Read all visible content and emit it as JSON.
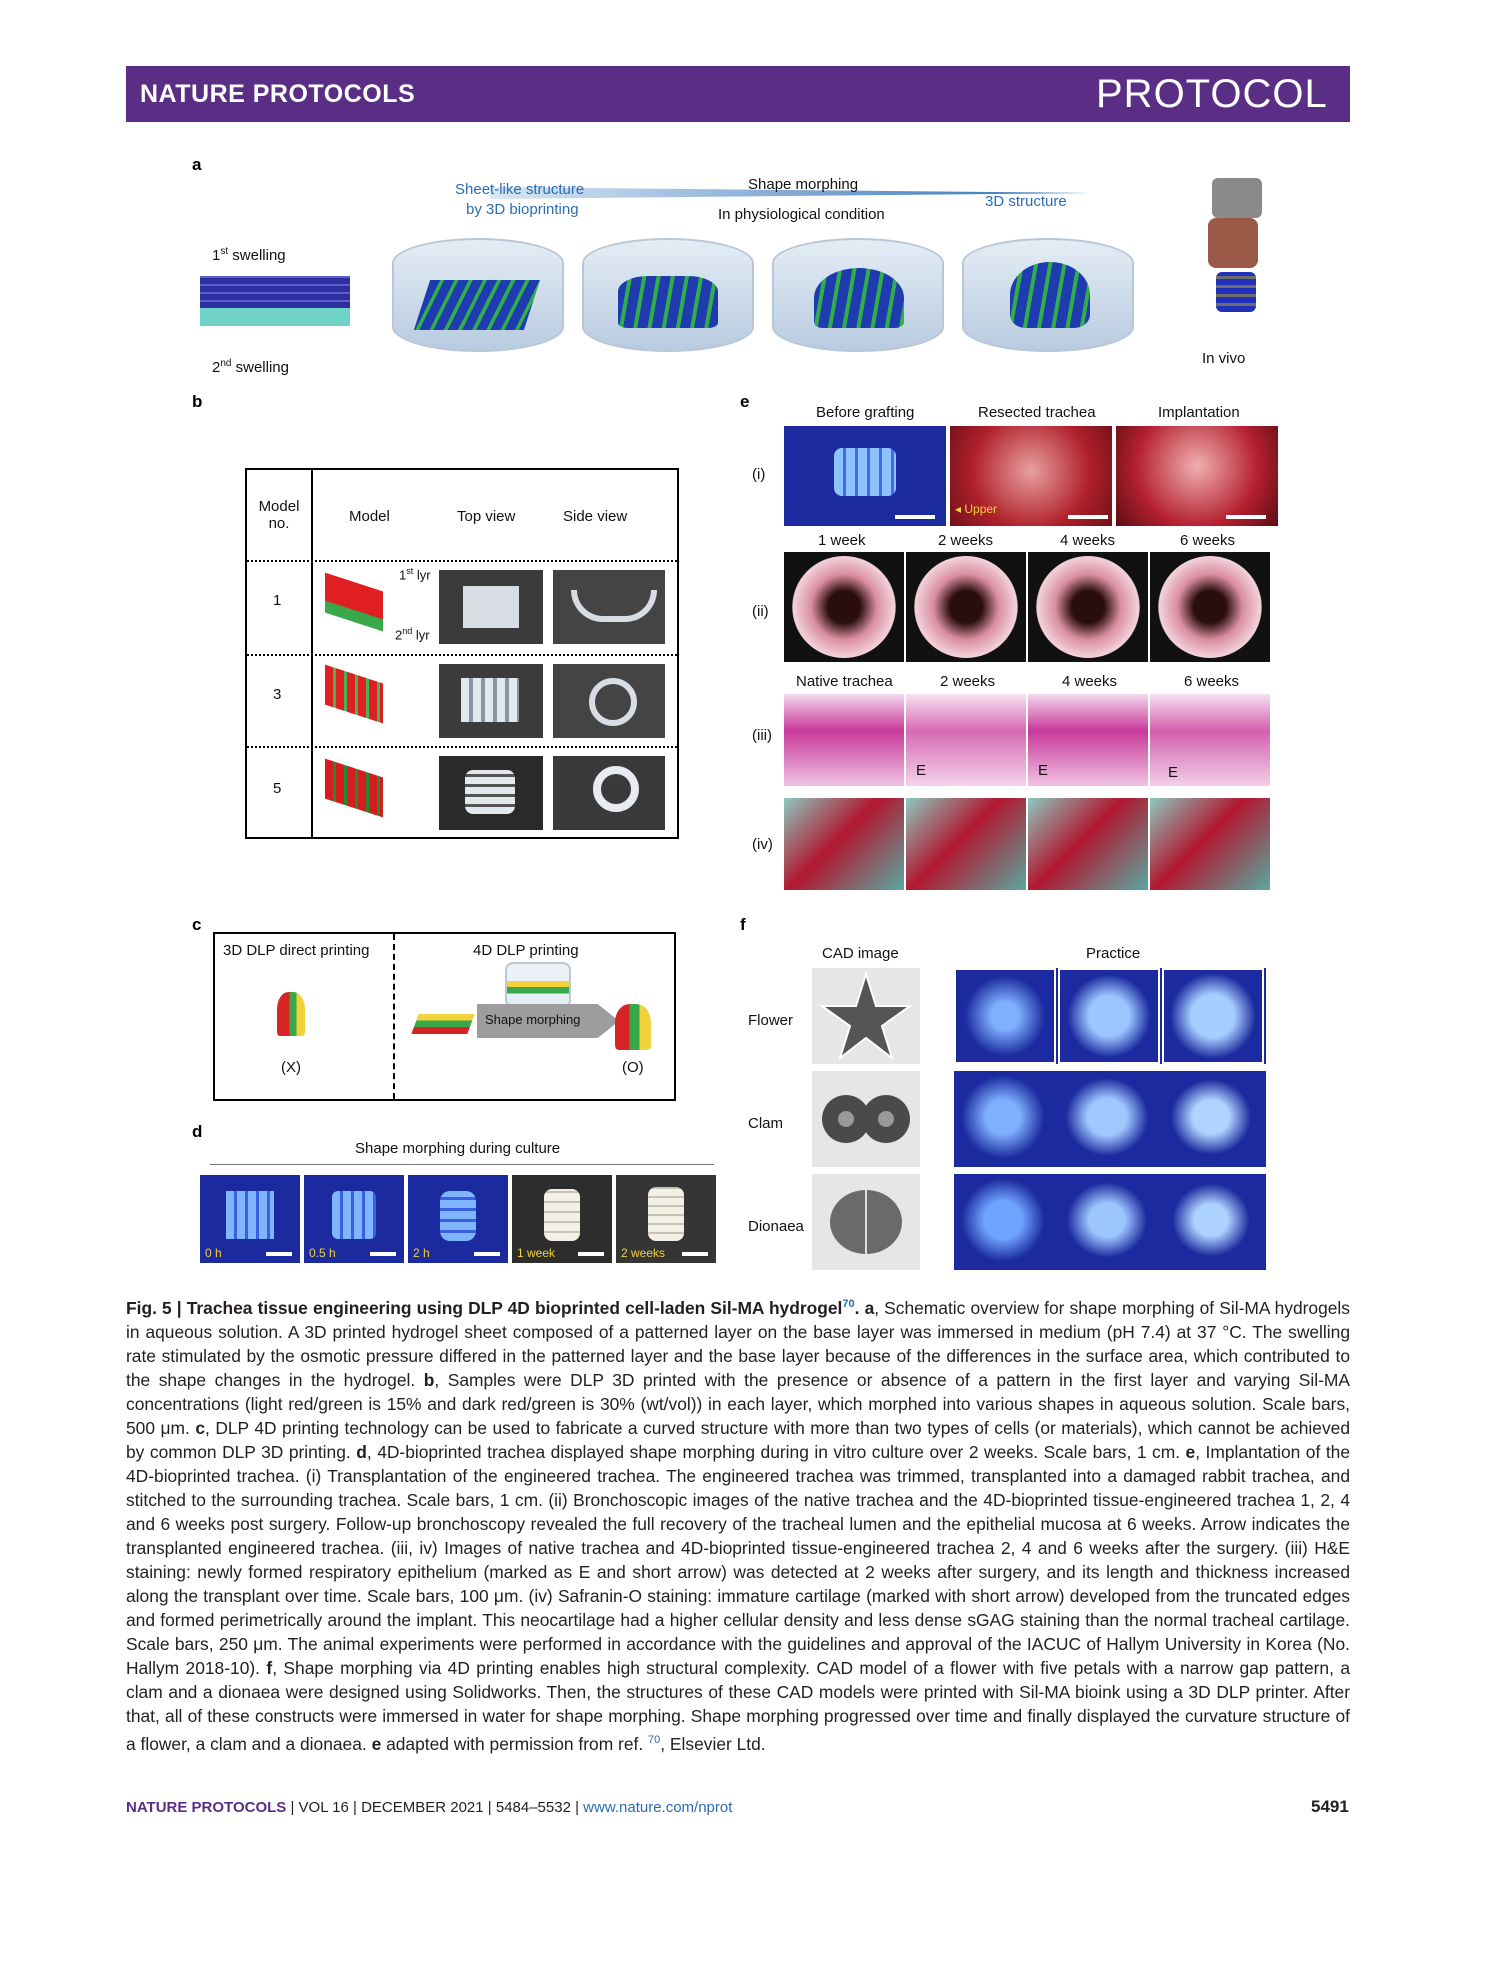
{
  "header": {
    "journal": "NATURE PROTOCOLS",
    "section": "PROTOCOL"
  },
  "panel_a": {
    "label": "a",
    "sheet_label_1": "Sheet-like structure",
    "sheet_label_2": "by 3D bioprinting",
    "shape_morphing": "Shape morphing",
    "condition": "In physiological condition",
    "structure_3d": "3D structure",
    "swelling_1_num": "1",
    "swelling_1_sup": "st",
    "swelling_1_text": " swelling",
    "swelling_2_num": "2",
    "swelling_2_sup": "nd",
    "swelling_2_text": " swelling",
    "in_vivo": "In vivo"
  },
  "panel_b": {
    "label": "b",
    "headers": [
      "Model no.",
      "Model",
      "Top view",
      "Side view"
    ],
    "rows": [
      "1",
      "3",
      "5"
    ],
    "lyr1": "1",
    "lyr1_sup": "st",
    "lyr_text": " lyr",
    "lyr2": "2",
    "lyr2_sup": "nd"
  },
  "panel_c": {
    "label": "c",
    "left_title": "3D DLP direct printing",
    "right_title": "4D DLP printing",
    "arrow": "Shape morphing",
    "x": "(X)",
    "o": "(O)"
  },
  "panel_d": {
    "label": "d",
    "title": "Shape morphing during culture",
    "times": [
      "0 h",
      "0.5 h",
      "2 h",
      "1 week",
      "2 weeks"
    ]
  },
  "panel_e": {
    "label": "e",
    "top_cols": [
      "Before grafting",
      "Resected trachea",
      "Implantation"
    ],
    "upper": "Upper",
    "row_i": "(i)",
    "row_ii": "(ii)",
    "row_iii": "(iii)",
    "row_iv": "(iv)",
    "weeks": [
      "1 week",
      "2 weeks",
      "4 weeks",
      "6 weeks"
    ],
    "hist_cols": [
      "Native trachea",
      "2 weeks",
      "4 weeks",
      "6 weeks"
    ],
    "e_mark": "E"
  },
  "panel_f": {
    "label": "f",
    "cad": "CAD image",
    "practice": "Practice",
    "rows": [
      "Flower",
      "Clam",
      "Dionaea"
    ]
  },
  "caption": {
    "fig": "Fig. 5 | Trachea tissue engineering using DLP 4D bioprinted cell-laden Sil-MA hydrogel",
    "ref": "70",
    "a_label": "a",
    "a_text": ", Schematic overview for shape morphing of Sil-MA hydrogels in aqueous solution. A 3D printed hydrogel sheet composed of a patterned layer on the base layer was immersed in medium (pH 7.4) at 37 °C. The swelling rate stimulated by the osmotic pressure differed in the patterned layer and the base layer because of the differences in the surface area, which contributed to the shape changes in the hydrogel. ",
    "b_label": "b",
    "b_text": ", Samples were DLP 3D printed with the presence or absence of a pattern in the first layer and varying Sil-MA concentrations (light red/green is 15% and dark red/green is 30% (wt/vol)) in each layer, which morphed into various shapes in aqueous solution. Scale bars, 500 μm. ",
    "c_label": "c",
    "c_text": ", DLP 4D printing technology can be used to fabricate a curved structure with more than two types of cells (or materials), which cannot be achieved by common DLP 3D printing. ",
    "d_label": "d",
    "d_text": ", 4D-bioprinted trachea displayed shape morphing during in vitro culture over 2 weeks. Scale bars, 1 cm. ",
    "e_label": "e",
    "e_text": ", Implantation of the 4D-bioprinted trachea. (i) Transplantation of the engineered trachea. The engineered trachea was trimmed, transplanted into a damaged rabbit trachea, and stitched to the surrounding trachea. Scale bars, 1 cm. (ii) Bronchoscopic images of the native trachea and the 4D-bioprinted tissue-engineered trachea 1, 2, 4 and 6 weeks post surgery. Follow-up bronchoscopy revealed the full recovery of the tracheal lumen and the epithelial mucosa at 6 weeks. Arrow indicates the transplanted engineered trachea. (iii, iv) Images of native trachea and 4D-bioprinted tissue-engineered trachea 2, 4 and 6 weeks after the surgery. (iii) H&E staining: newly formed respiratory epithelium (marked as E and short arrow) was detected at 2 weeks after surgery, and its length and thickness increased along the transplant over time. Scale bars, 100 μm. (iv) Safranin-O staining: immature cartilage (marked with short arrow) developed from the truncated edges and formed perimetrically around the implant. This neocartilage had a higher cellular density and less dense sGAG staining than the normal tracheal cartilage. Scale bars, 250 μm. The animal experiments were performed in accordance with the guidelines and approval of the IACUC of Hallym University in Korea (No. Hallym 2018-10). ",
    "f_label": "f",
    "f_text": ", Shape morphing via 4D printing enables high structural complexity. CAD model of a flower with five petals with a narrow gap pattern, a clam and a dionaea were designed using Solidworks. Then, the structures of these CAD models were printed with Sil-MA bioink using a 3D DLP printer. After that, all of these constructs were immersed in water for shape morphing. Shape morphing progressed over time and finally displayed the curvature structure of a flower, a clam and a dionaea. ",
    "e2_label": "e",
    "end_text": " adapted with permission from ref. ",
    "end_ref": "70",
    "end_tail": ", Elsevier Ltd."
  },
  "footer": {
    "journal": "NATURE PROTOCOLS",
    "vol": " | VOL 16 | DECEMBER 2021 | 5484–5532 | ",
    "url": "www.nature.com/nprot",
    "page": "5491"
  }
}
